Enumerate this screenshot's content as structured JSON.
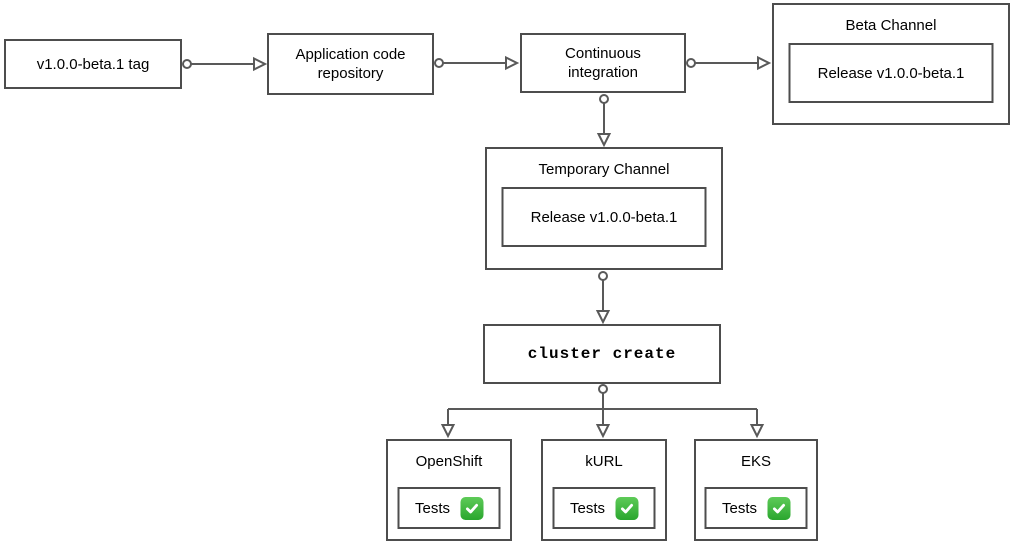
{
  "diagram": {
    "type": "flowchart",
    "nodes": {
      "tag": {
        "label": "v1.0.0-beta.1 tag"
      },
      "app_repo": {
        "label": "Application code repository"
      },
      "ci": {
        "label": "Continuous integration"
      },
      "beta_channel": {
        "title": "Beta Channel",
        "release": "Release v1.0.0-beta.1"
      },
      "temp_channel": {
        "title": "Temporary Channel",
        "release": "Release v1.0.0-beta.1"
      },
      "cluster_create": {
        "label": "cluster create"
      },
      "openshift": {
        "title": "OpenShift",
        "tests_label": "Tests",
        "status_icon": "check-icon"
      },
      "kurl": {
        "title": "kURL",
        "tests_label": "Tests",
        "status_icon": "check-icon"
      },
      "eks": {
        "title": "EKS",
        "tests_label": "Tests",
        "status_icon": "check-icon"
      }
    },
    "edges": [
      {
        "from": "tag",
        "to": "app_repo"
      },
      {
        "from": "app_repo",
        "to": "ci"
      },
      {
        "from": "ci",
        "to": "beta_channel"
      },
      {
        "from": "ci",
        "to": "temp_channel"
      },
      {
        "from": "temp_channel",
        "to": "cluster_create"
      },
      {
        "from": "cluster_create",
        "to": "openshift"
      },
      {
        "from": "cluster_create",
        "to": "kurl"
      },
      {
        "from": "cluster_create",
        "to": "eks"
      }
    ],
    "colors": {
      "background": "#ffffff",
      "box_border": "#4d4d4d",
      "connector": "#595959",
      "text": "#000000",
      "check_green_top": "#5ecb58",
      "check_green_bottom": "#2aa62e",
      "check_mark": "#ffffff"
    }
  }
}
